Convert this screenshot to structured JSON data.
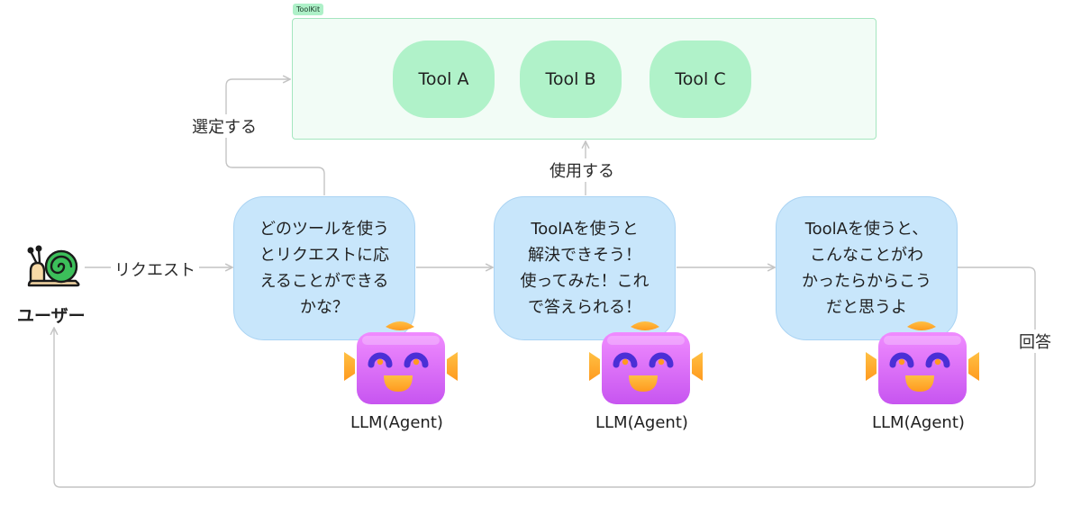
{
  "toolkit": {
    "tag": "ToolKit",
    "tools": [
      "Tool A",
      "Tool B",
      "Tool C"
    ]
  },
  "user": {
    "label": "ユーザー",
    "icon": "snail-icon"
  },
  "edges": {
    "request": "リクエスト",
    "select": "選定する",
    "use": "使用する",
    "answer": "回答"
  },
  "steps": [
    {
      "text": "どのツールを使う\nとリクエストに応\nえることができる\nかな？",
      "agent": "LLM(Agent)"
    },
    {
      "text": "ToolAを使うと\n解決できそう！\n使ってみた！これ\nで答えられる！",
      "agent": "LLM(Agent)"
    },
    {
      "text": "ToolAを使うと、\nこんなことがわ\nかったらからこう\nだと思うよ",
      "agent": "LLM(Agent)"
    }
  ],
  "colors": {
    "tool_fill": "#b0f2c9",
    "toolkit_border": "#a5e6bf",
    "bubble_fill": "#c8e6fb",
    "robot_body": "#c755f0",
    "robot_face": "#4b2fd6",
    "robot_accent": "#ff9a1f",
    "snail_shell": "#3cbf5a",
    "arrow": "#c4c4c4"
  }
}
